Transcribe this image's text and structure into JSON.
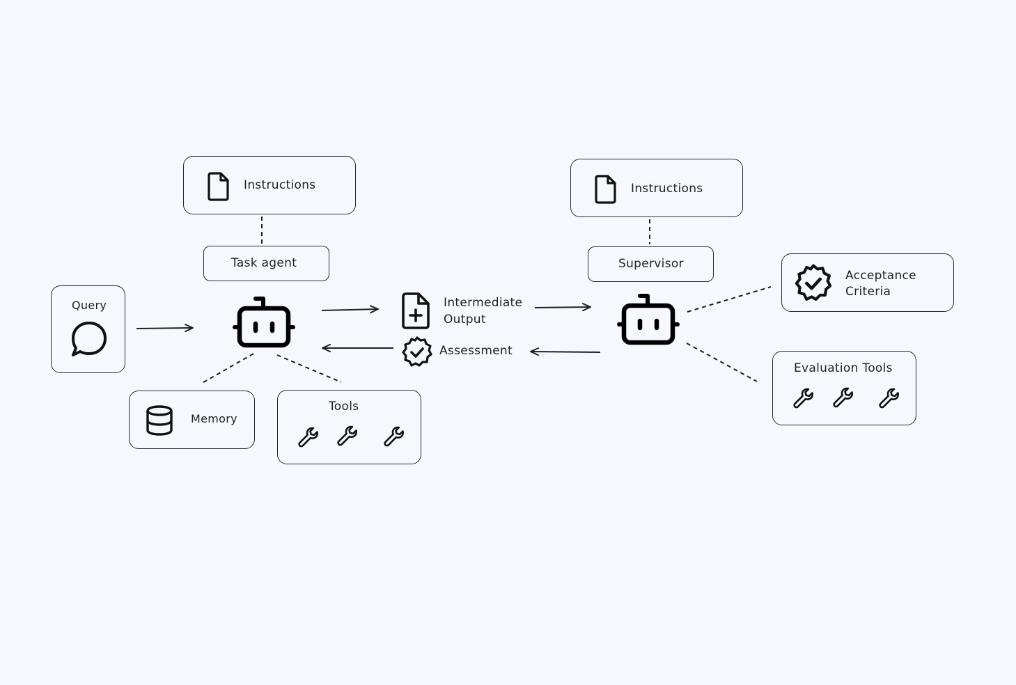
{
  "nodes": {
    "query": {
      "label": "Query",
      "icon": "chat-bubble-icon"
    },
    "task_instructions": {
      "label": "Instructions",
      "icon": "document-icon"
    },
    "task_agent": {
      "label": "Task agent",
      "icon": "robot-icon"
    },
    "memory": {
      "label": "Memory",
      "icon": "database-icon"
    },
    "task_tools": {
      "label": "Tools",
      "icons": [
        "wrench-icon",
        "wrench-icon",
        "wrench-icon"
      ]
    },
    "intermediate_output": {
      "label_line1": "Intermediate",
      "label_line2": "Output",
      "icon": "document-plus-icon"
    },
    "assessment": {
      "label": "Assessment",
      "icon": "badge-check-icon"
    },
    "supervisor_instructions": {
      "label": "Instructions",
      "icon": "document-icon"
    },
    "supervisor": {
      "label": "Supervisor",
      "icon": "robot-icon"
    },
    "acceptance_criteria": {
      "label_line1": "Acceptance",
      "label_line2": "Criteria",
      "icon": "badge-check-icon"
    },
    "evaluation_tools": {
      "label": "Evaluation Tools",
      "icons": [
        "wrench-icon",
        "wrench-icon",
        "wrench-icon"
      ]
    }
  },
  "colors": {
    "background": "#f5f9fd",
    "stroke": "#1f1f1f"
  }
}
